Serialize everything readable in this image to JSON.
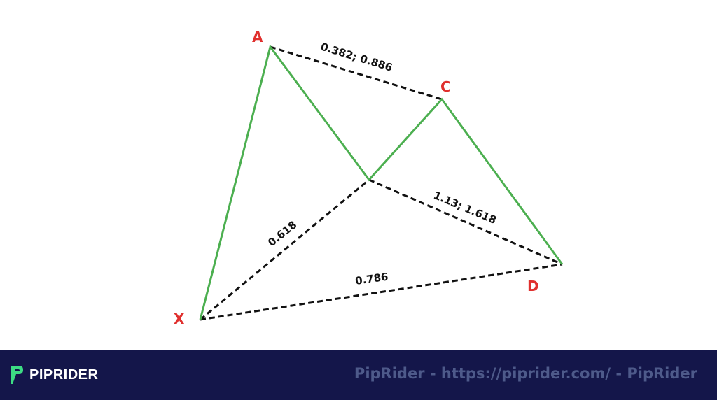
{
  "diagram": {
    "points": {
      "X": "X",
      "A": "A",
      "B": "",
      "C": "C",
      "D": "D"
    },
    "ratios": {
      "ac": "0.382; 0.886",
      "xb": "0.618",
      "bd": "1.13; 1.618",
      "xd": "0.786"
    },
    "colors": {
      "leg": "#4caf50",
      "ratio_line": "#111111",
      "point_label": "#e0302e"
    }
  },
  "footer": {
    "brand": "PIPRIDER",
    "watermark": "PipRider - https://piprider.com/ - PipRider",
    "background": "#14164a",
    "logo_color": "#3ddc84"
  }
}
